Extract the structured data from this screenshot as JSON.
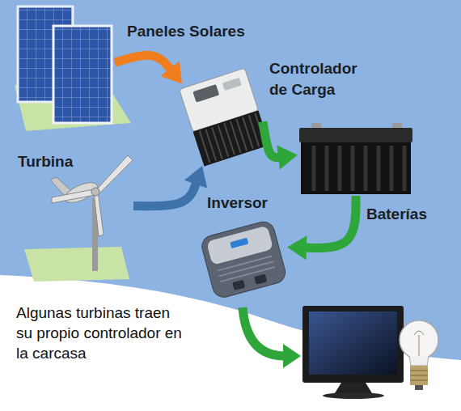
{
  "diagram": {
    "nodes": [
      {
        "text": [
          "Paneles Solares"
        ]
      },
      {
        "text": [
          "Controlador de Carga"
        ]
      },
      {
        "text": [
          "Turbina"
        ]
      },
      {
        "text": [
          "Baterías"
        ]
      },
      {
        "text": [
          "Inversor"
        ]
      }
    ],
    "edges": [
      {
        "from": 0,
        "to": 1,
        "arrow": "to"
      },
      {
        "from": 2,
        "to": 1,
        "arrow": "to"
      },
      {
        "from": 1,
        "to": 3,
        "arrow": "to"
      },
      {
        "from": 3,
        "to": 4,
        "arrow": "to"
      }
    ],
    "labels": [
      "Algunas turbinas traen su propio controlador en la carcasa"
    ]
  }
}
